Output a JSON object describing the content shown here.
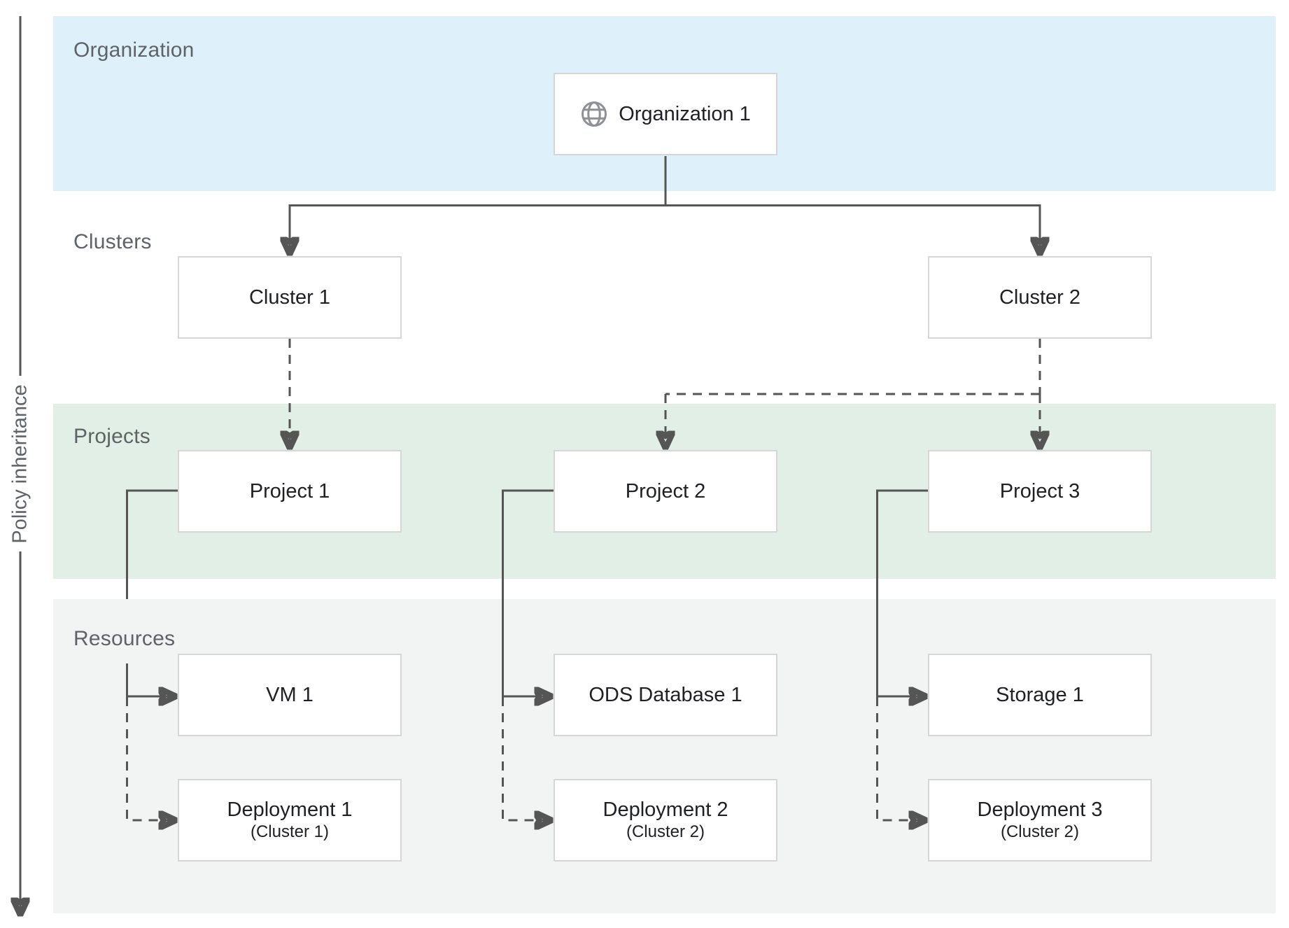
{
  "diagram": {
    "policy_axis_label": "Policy inheritance",
    "bands": {
      "organization": {
        "label": "Organization",
        "color": "#def0fa"
      },
      "clusters": {
        "label": "Clusters",
        "color": "#ffffff"
      },
      "projects": {
        "label": "Projects",
        "color": "#e1efe7"
      },
      "resources": {
        "label": "Resources",
        "color": "#f2f3f3"
      }
    },
    "nodes": {
      "organization": {
        "label": "Organization 1",
        "icon": "globe-icon"
      },
      "clusters": [
        {
          "label": "Cluster 1"
        },
        {
          "label": "Cluster 2"
        }
      ],
      "projects": [
        {
          "label": "Project 1"
        },
        {
          "label": "Project 2"
        },
        {
          "label": "Project 3"
        }
      ],
      "resources": [
        {
          "label": "VM 1"
        },
        {
          "label": "ODS Database 1"
        },
        {
          "label": "Storage 1"
        }
      ],
      "deployments": [
        {
          "label": "Deployment 1",
          "sublabel": "(Cluster 1)"
        },
        {
          "label": "Deployment 2",
          "sublabel": "(Cluster 2)"
        },
        {
          "label": "Deployment 3",
          "sublabel": "(Cluster 2)"
        }
      ]
    },
    "colors": {
      "connector": "#555555",
      "box_border": "#d6d6d6",
      "box_text": "#202124",
      "band_label_text": "#5f6368",
      "globe_icon": "#8d9196"
    }
  }
}
